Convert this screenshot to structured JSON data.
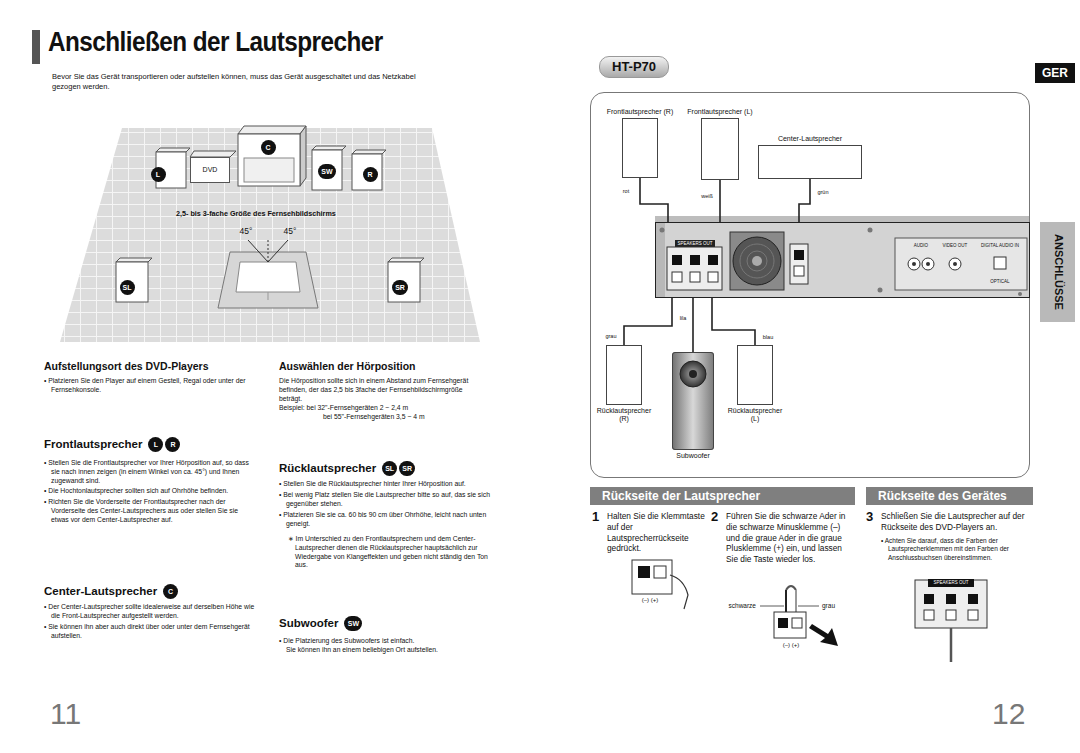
{
  "diagram": {
    "title": "Anschließen der Lautsprecher",
    "nodes": [
      {
        "text": [
          "GER"
        ]
      },
      {
        "text": [
          "ANSCHLÜSSE"
        ]
      },
      {
        "text": [
          "HT-P70"
        ]
      },
      {
        "text": [
          "Frontlautsprecher (R)"
        ],
        "in": 2
      },
      {
        "text": [
          "Frontlautsprecher (L)"
        ],
        "in": 2
      },
      {
        "text": [
          "Center-Lautsprecher"
        ],
        "in": 2
      },
      {
        "text": [
          "SPEAKERS OUT"
        ],
        "in": 2
      },
      {
        "text": [
          "Rücklautsprecher (R)"
        ],
        "in": 2
      },
      {
        "text": [
          "Rücklautsprecher (L)"
        ],
        "in": 2
      },
      {
        "text": [
          "Subwoofer"
        ],
        "in": 2
      },
      {
        "text": [
          "DVD"
        ]
      },
      {
        "text": [
          "C"
        ]
      },
      {
        "text": [
          "L"
        ]
      },
      {
        "text": [
          "SW"
        ]
      },
      {
        "text": [
          "R"
        ]
      },
      {
        "text": [
          "SL"
        ]
      },
      {
        "text": [
          "SR"
        ]
      },
      {
        "text": [
          "L"
        ]
      },
      {
        "text": [
          "R"
        ]
      },
      {
        "text": [
          "C"
        ]
      },
      {
        "text": [
          "SL"
        ]
      },
      {
        "text": [
          "SR"
        ]
      },
      {
        "text": [
          "SW"
        ]
      },
      {
        "text": [
          "Rückseite der Lautsprecher"
        ]
      },
      {
        "text": [
          "Rückseite des Gerätes"
        ]
      }
    ],
    "edges": [
      {
        "from": 3,
        "to": 6,
        "arrow": "none",
        "label": "rot"
      },
      {
        "from": 4,
        "to": 6,
        "arrow": "none",
        "label": "weiß"
      },
      {
        "from": 5,
        "to": 6,
        "arrow": "none",
        "label": "grün"
      },
      {
        "from": 7,
        "to": 6,
        "arrow": "none",
        "label": "grau"
      },
      {
        "from": 9,
        "to": 6,
        "arrow": "none",
        "label": "lila"
      },
      {
        "from": 8,
        "to": 6,
        "arrow": "none",
        "label": "blau"
      }
    ],
    "labels": [
      "Bevor Sie das Gerät transportieren oder aufstellen können, muss das Gerät ausgeschaltet und das Netzkabel gezogen werden.",
      "2,5- bis 3-fache Größe des Fernsehbildschirms",
      "45°",
      "45°",
      "Aufstellungsort des DVD-Players",
      "• Platzieren Sie den Player auf einem Gestell, Regal oder unter der Fernsehkonsole.",
      "Auswählen der Hörposition",
      "Die Hörposition sollte sich in einem Abstand zum Fernsehgerät befinden, der das 2,5 bis 3fache der Fernsehbildschirmgröße beträgt.",
      "Beispiel: bei 32\"-Fernsehgeräten 2 ~ 2,4 m",
      "bei 55\"-Fernsehgeräten 3,5 ~ 4 m",
      "Frontlautsprecher",
      "• Stellen Sie die Frontlautsprecher vor Ihrer Hörposition auf, so dass sie nach innen zeigen (in einem Winkel von ca. 45°) und Ihnen zugewandt sind.",
      "• Die Hochtonlautsprecher sollten sich auf Ohrhöhe befinden.",
      "• Richten Sie die Vorderseite der Frontlautsprecher nach der Vorderseite des Center-Lautsprechers aus oder stellen Sie sie etwas vor dem Center-Lautsprecher auf.",
      "Center-Lautsprecher",
      "• Der Center-Lautsprecher sollte idealerweise auf derselben Höhe wie die Front-Lautsprecher aufgestellt werden.",
      "• Sie können ihn aber auch direkt über oder unter dem Fernsehgerät aufstellen.",
      "Rücklautsprecher",
      "• Stellen Sie die Rücklautsprecher hinter Ihrer Hörposition auf.",
      "• Bei wenig Platz stellen Sie die Lautsprecher bitte so auf, das sie sich gegenüber stehen.",
      "• Platzieren Sie sie ca. 60 bis 90 cm über Ohrhöhe, leicht nach unten geneigt.",
      "∗ Im Unterschied zu den Frontlautsprechern und dem Center-Lautsprecher dienen die Rücklautsprecher hauptsächlich zur Wiedergabe von Klangeffekten und geben nicht ständig den Ton aus.",
      "Subwoofer",
      "• Die Platzierung des Subwoofers ist einfach.",
      "Sie können ihn an einem beliebigen Ort aufstellen.",
      "11",
      "12",
      "1",
      "Halten Sie die Klemmtaste auf der Lautsprecherrückseite gedrückt.",
      "2",
      "Führen Sie die schwarze Ader in die schwarze Minusklemme (–) und die graue Ader in die graue Plusklemme (+) ein, und lassen Sie die Taste wieder los.",
      "3",
      "Schließen Sie die Lautsprecher auf der Rückseite des DVD-Players an.",
      "• Achten Sie darauf, dass die Farben der Lautsprecherklemmen mit den Farben der Anschlussbuchsen übereinstimmen.",
      "(–) (+)",
      "schwarze",
      "grau",
      "(–) (+)",
      "SPEAKERS OUT",
      "AUDIO",
      "VIDEO OUT",
      "DIGITAL AUDIO IN",
      "OPTICAL"
    ]
  }
}
